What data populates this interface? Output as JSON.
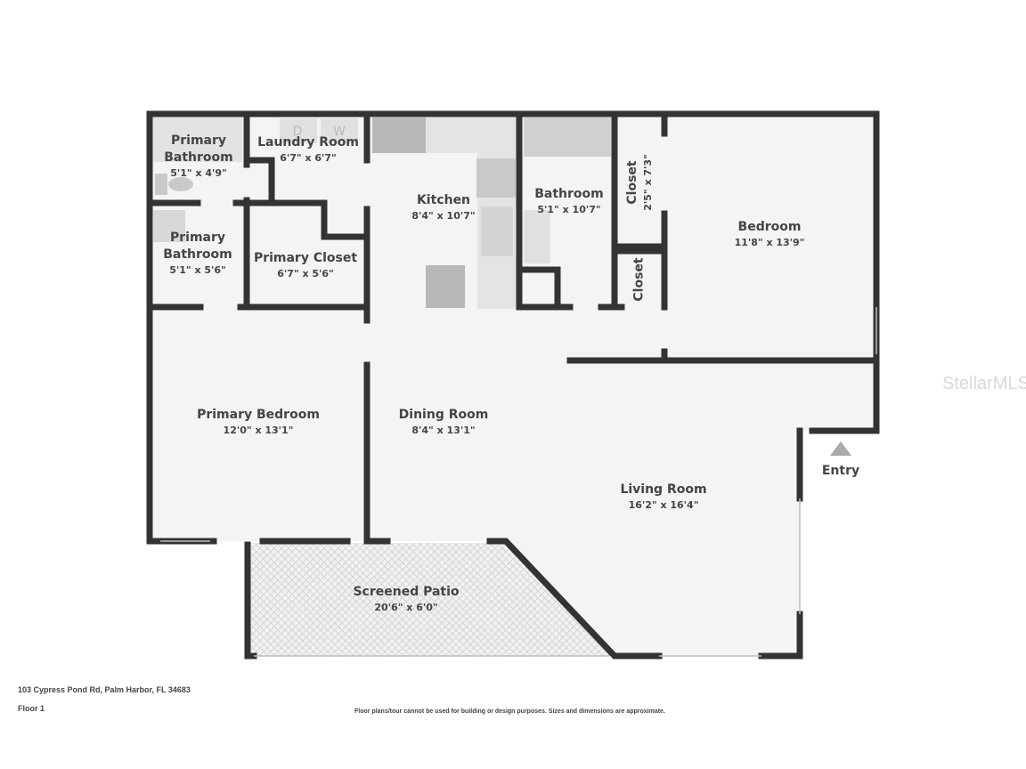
{
  "rooms": [
    {
      "name": "Primary Bathroom",
      "dims": "5'1\" x 4'9\""
    },
    {
      "name": "Laundry Room",
      "dims": "6'7\" x 6'7\""
    },
    {
      "name": "Kitchen",
      "dims": "8'4\" x 10'7\""
    },
    {
      "name": "Bathroom",
      "dims": "5'1\" x 10'7\""
    },
    {
      "name": "Closet",
      "dims": "2'5\" x 7'3\""
    },
    {
      "name": "Bedroom",
      "dims": "11'8\" x 13'9\""
    },
    {
      "name": "Primary Bathroom",
      "dims": "5'1\" x 5'6\""
    },
    {
      "name": "Primary Closet",
      "dims": "6'7\" x 5'6\""
    },
    {
      "name": "Closet",
      "dims": ""
    },
    {
      "name": "Primary Bedroom",
      "dims": "12'0\" x 13'1\""
    },
    {
      "name": "Dining Room",
      "dims": "8'4\" x 13'1\""
    },
    {
      "name": "Living Room",
      "dims": "16'2\" x 16'4\""
    },
    {
      "name": "Screened Patio",
      "dims": "20'6\" x 6'0\""
    }
  ],
  "entry_label": "Entry",
  "appliance_labels": {
    "dryer": "D",
    "washer": "W"
  },
  "footer": {
    "address": "103 Cypress Pond Rd, Palm Harbor, FL 34683",
    "floor": "Floor 1",
    "disclaimer": "Floor plans/tour cannot be used for building or design purposes. Sizes and dimensions are approximate."
  },
  "watermark": "StellarMLS",
  "colors": {
    "wall": "#333333",
    "floor": "#f4f4f4",
    "fixture": "#c8c8c8"
  }
}
